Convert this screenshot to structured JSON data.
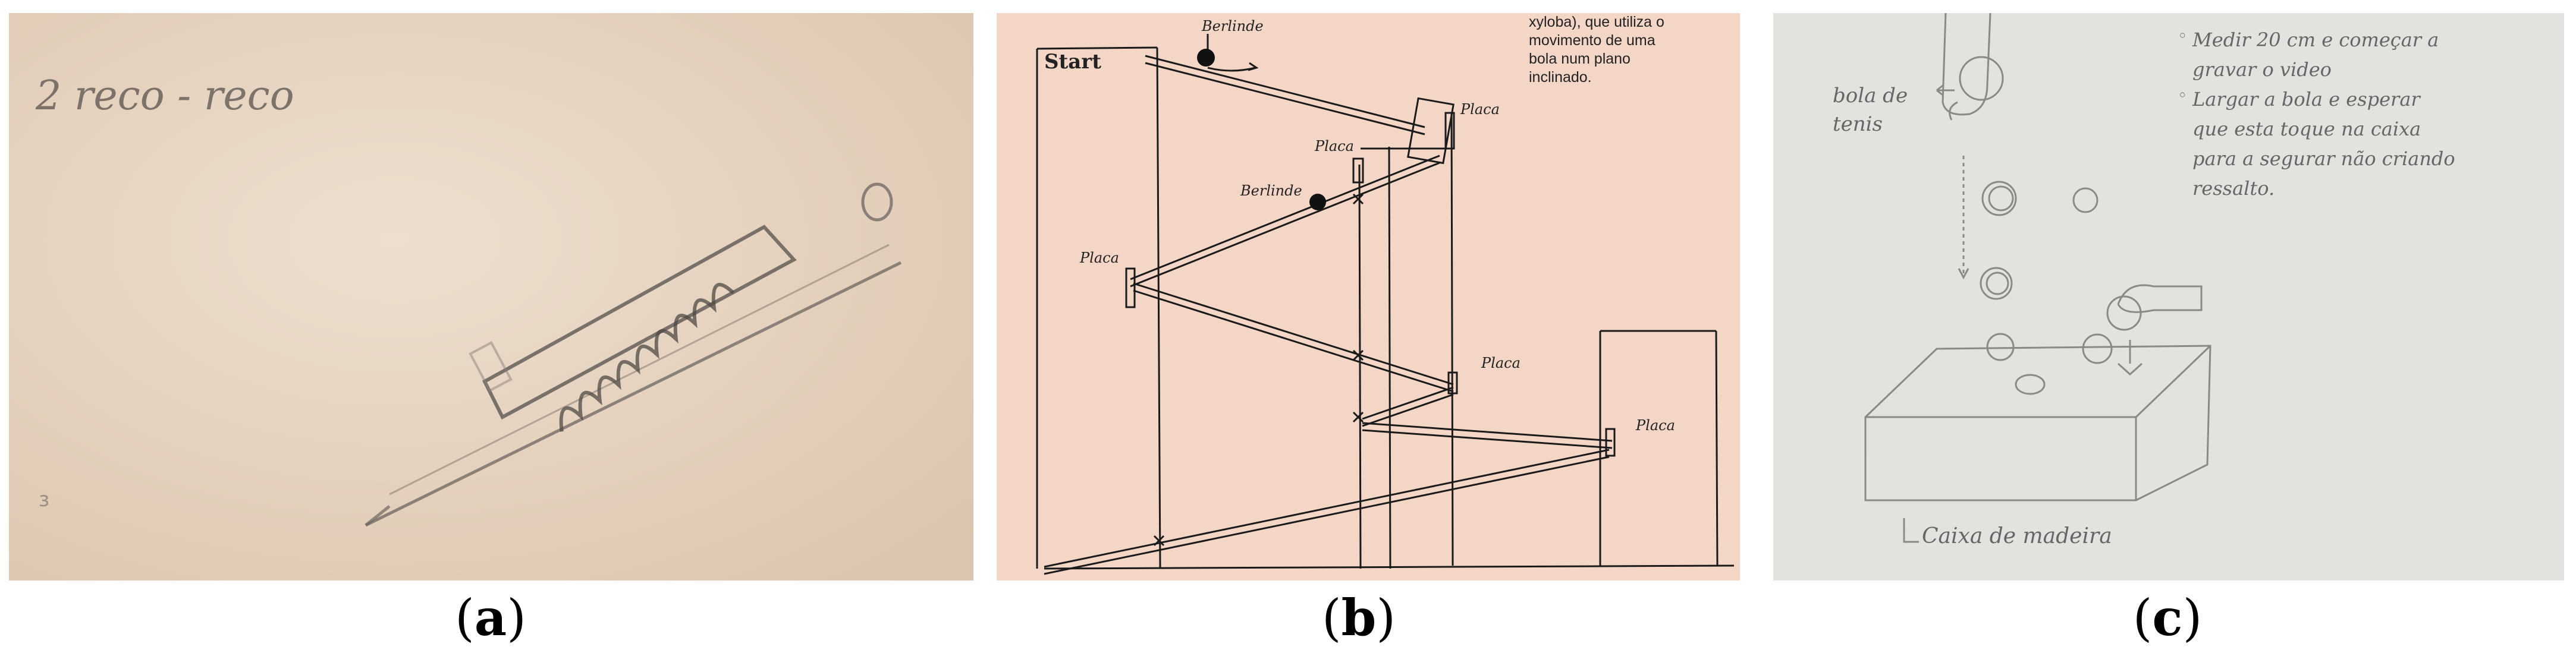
{
  "panel_a": {
    "handwritten_title": "2 reco - reco"
  },
  "panel_b": {
    "book_text": "xyloba), que utiliza o\nmovimento de uma\nbola num plano\ninclinado.",
    "start_label": "Start",
    "berlinde_label_1": "Berlinde",
    "berlinde_label_2": "Berlinde",
    "placa_label_1": "Placa",
    "placa_label_2": "Placa",
    "placa_label_3": "Placa",
    "placa_label_4": "Placa",
    "placa_label_5": "Placa"
  },
  "panel_c": {
    "ball_label": "bola de\ntenis",
    "instruction_1": "Medir 20 cm e começar a\ngravar o video",
    "instruction_2": "Largar a bola e esperar\nque esta toque na caixa\npara a segurar não criando\nressalto.",
    "box_label": "Caixa de madeira"
  },
  "captions": {
    "a_open": "(",
    "a_letter": "a",
    "a_close": ")",
    "b_open": "(",
    "b_letter": "b",
    "b_close": ")",
    "c_open": "(",
    "c_letter": "c",
    "c_close": ")"
  },
  "colors": {
    "panel_a_bg": "#e9d8c6",
    "panel_b_bg": "#f3d6c6",
    "panel_c_bg": "#e4e2de",
    "ink_b": "#1a1a1a",
    "pencil": "#7a7a7a"
  }
}
